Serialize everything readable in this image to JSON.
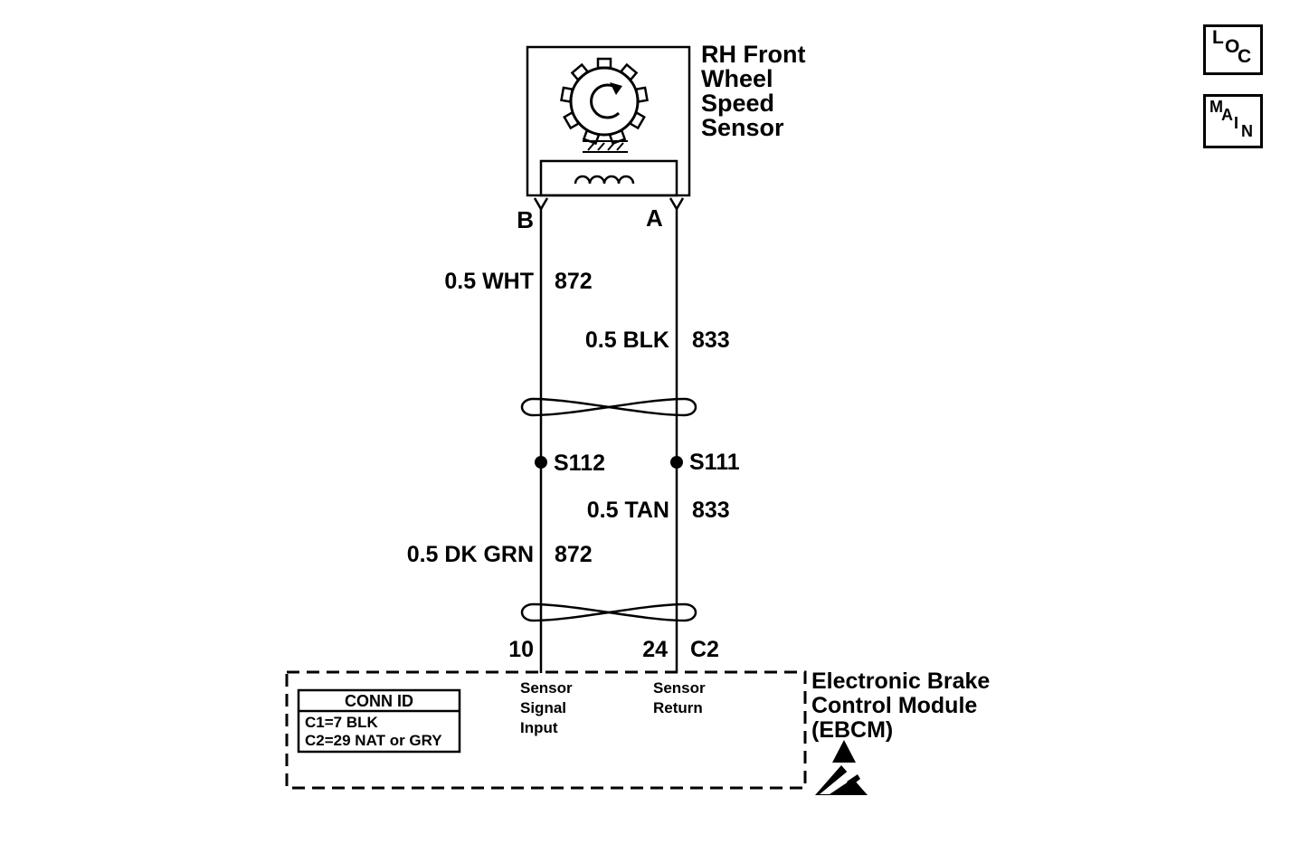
{
  "diagram": {
    "sensor_label": "RH Front\nWheel\nSpeed\nSensor",
    "terminals": {
      "left_top": "B",
      "right_top": "A",
      "left_bottom": "10",
      "right_bottom": "24",
      "connector": "C2"
    },
    "wires": {
      "upper_left": {
        "spec": "0.5 WHT",
        "circuit": "872"
      },
      "upper_right": {
        "spec": "0.5 BLK",
        "circuit": "833"
      },
      "lower_left": {
        "spec": "0.5 DK GRN",
        "circuit": "872"
      },
      "lower_right": {
        "spec": "0.5 TAN",
        "circuit": "833"
      }
    },
    "splices": {
      "left": "S112",
      "right": "S111"
    },
    "ebcm": {
      "label": "Electronic Brake\nControl Module\n(EBCM)",
      "pin_left_label": "Sensor\nSignal\nInput",
      "pin_right_label": "Sensor\nReturn"
    },
    "conn_table": {
      "header": "CONN ID",
      "rows": [
        "C1=7 BLK",
        "C2=29 NAT or GRY"
      ]
    },
    "nav": {
      "loc": [
        "L",
        "O",
        "C"
      ],
      "main": [
        "M",
        "A",
        "I",
        "N"
      ]
    },
    "colors": {
      "line": "#000000",
      "background": "#ffffff"
    }
  }
}
